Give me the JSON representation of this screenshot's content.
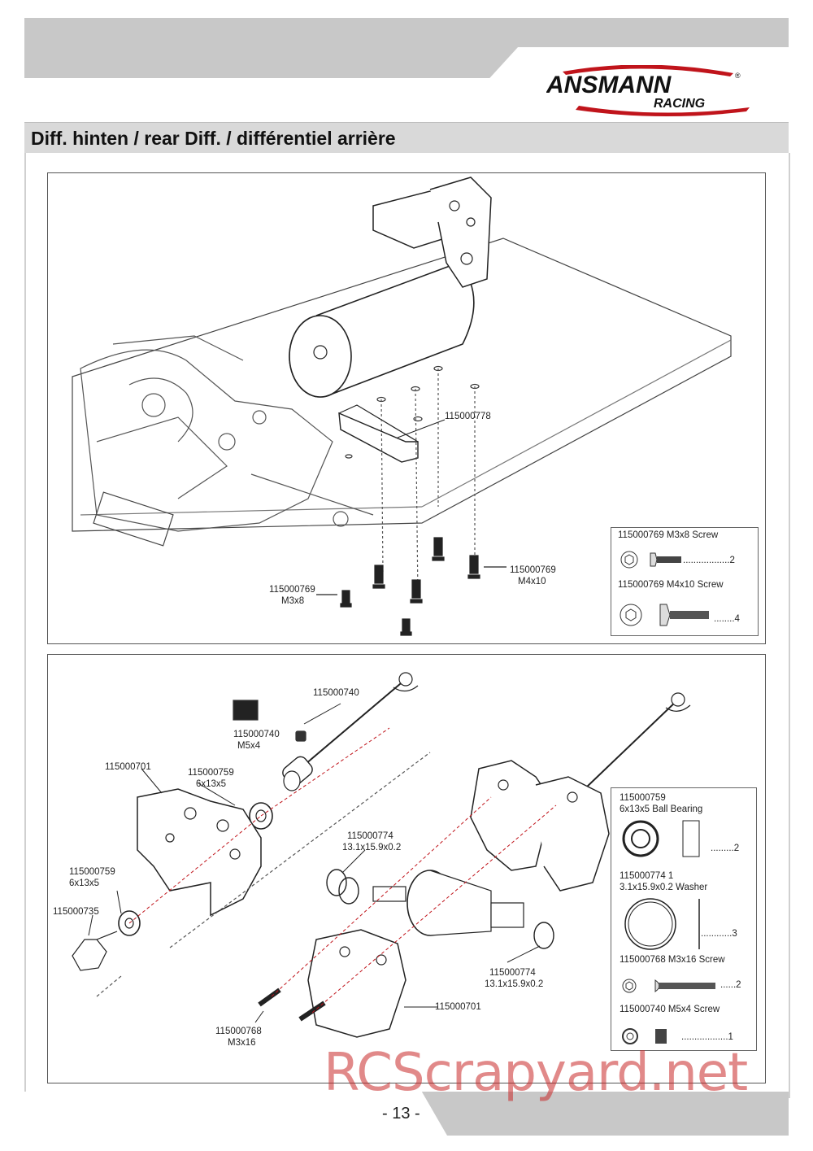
{
  "header": {
    "logo_brand": "ANSMANN",
    "logo_sub": "RACING",
    "logo_reg": "®",
    "section_title": "Diff. hinten / rear Diff. / différentiel arrière"
  },
  "top_panel": {
    "labels": {
      "standoff": "115000778",
      "screw_m4_code": "115000769",
      "screw_m4_size": "M4x10",
      "screw_m3_code": "115000769",
      "screw_m3_size": "M3x8"
    },
    "legend": {
      "item1_title": "115000769 M3x8 Screw",
      "item1_qty": "..................2",
      "item2_title": "115000769 M4x10 Screw",
      "item2_qty": "........4"
    }
  },
  "bottom_panel": {
    "labels": {
      "driveshaft": "115000740",
      "grub_code": "115000740",
      "grub_size": "M5x4",
      "bulkhead_left": "115000701",
      "bearing_upper_code": "115000759",
      "bearing_upper_size": "6x13x5",
      "washer_left_code": "115000774",
      "washer_left_size": "13.1x15.9x0.2",
      "bearing_lower_code": "115000759",
      "bearing_lower_size": "6x13x5",
      "pinion": "115000735",
      "washer_right_code": "115000774",
      "washer_right_size": "13.1x15.9x0.2",
      "bulkhead_bottom": "115000701",
      "screw_code": "115000768",
      "screw_size": "M3x16"
    },
    "legend": {
      "item1_title": "115000759",
      "item1_sub": "6x13x5 Ball Bearing",
      "item1_qty": ".........2",
      "item2_title": "115000774 1",
      "item2_sub": "3.1x15.9x0.2 Washer",
      "item2_qty": "............3",
      "item3_title": "115000768  M3x16 Screw",
      "item3_qty": "......2",
      "item4_title": "115000740 M5x4 Screw",
      "item4_qty": "..................1"
    }
  },
  "footer": {
    "page_number": "- 13 -",
    "watermark": "RCScrapyard.net"
  }
}
